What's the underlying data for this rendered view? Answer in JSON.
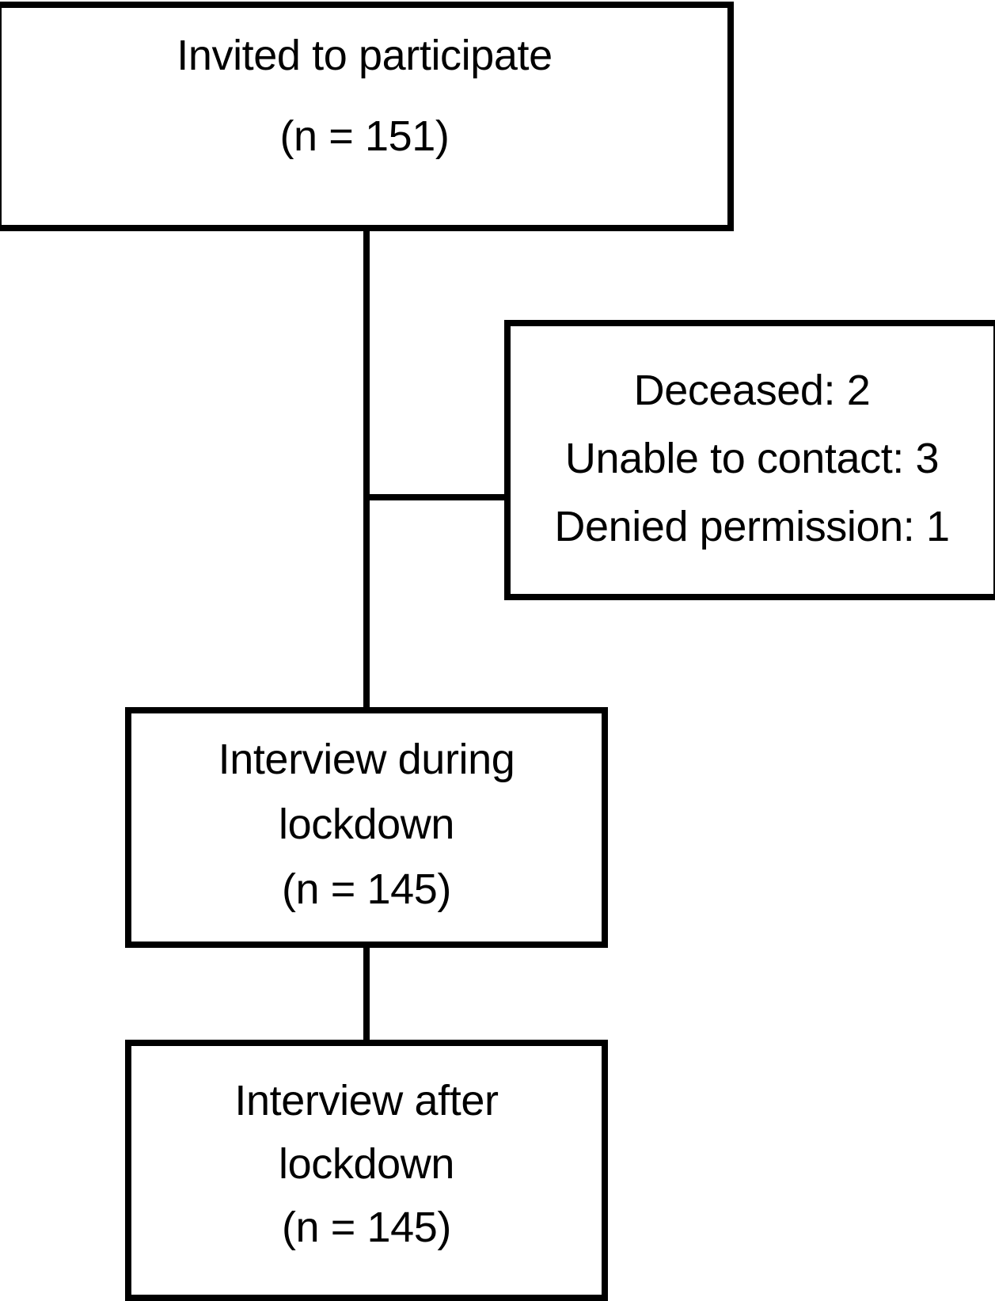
{
  "diagram": {
    "type": "participant-flow-chart",
    "nodes": [
      {
        "id": "invited",
        "name": "invited-to-participate-box",
        "lines": [
          "Invited to participate",
          "(n = 151)"
        ],
        "count_label": "n = 151",
        "count": 151
      },
      {
        "id": "exclusions",
        "name": "exclusions-box",
        "lines": [
          "Deceased: 2",
          "Unable to contact: 3",
          "Denied permission: 1"
        ],
        "reasons": [
          {
            "label": "Deceased",
            "value": 2
          },
          {
            "label": "Unable to contact",
            "value": 3
          },
          {
            "label": "Denied permission",
            "value": 1
          }
        ]
      },
      {
        "id": "during",
        "name": "interview-during-lockdown-box",
        "lines": [
          "Interview during",
          "lockdown",
          "(n = 145)"
        ],
        "count_label": "n = 145",
        "count": 145
      },
      {
        "id": "after",
        "name": "interview-after-lockdown-box",
        "lines": [
          "Interview after",
          "lockdown",
          "(n = 145)"
        ],
        "count_label": "n = 145",
        "count": 145
      }
    ],
    "connectors": [
      {
        "from": "invited",
        "to": "during",
        "orientation": "vertical"
      },
      {
        "from": "invited",
        "to": "exclusions",
        "orientation": "horizontal"
      },
      {
        "from": "during",
        "to": "after",
        "orientation": "vertical"
      }
    ],
    "colors": {
      "stroke": "#000000",
      "fill": "#ffffff",
      "text": "#000000"
    }
  }
}
